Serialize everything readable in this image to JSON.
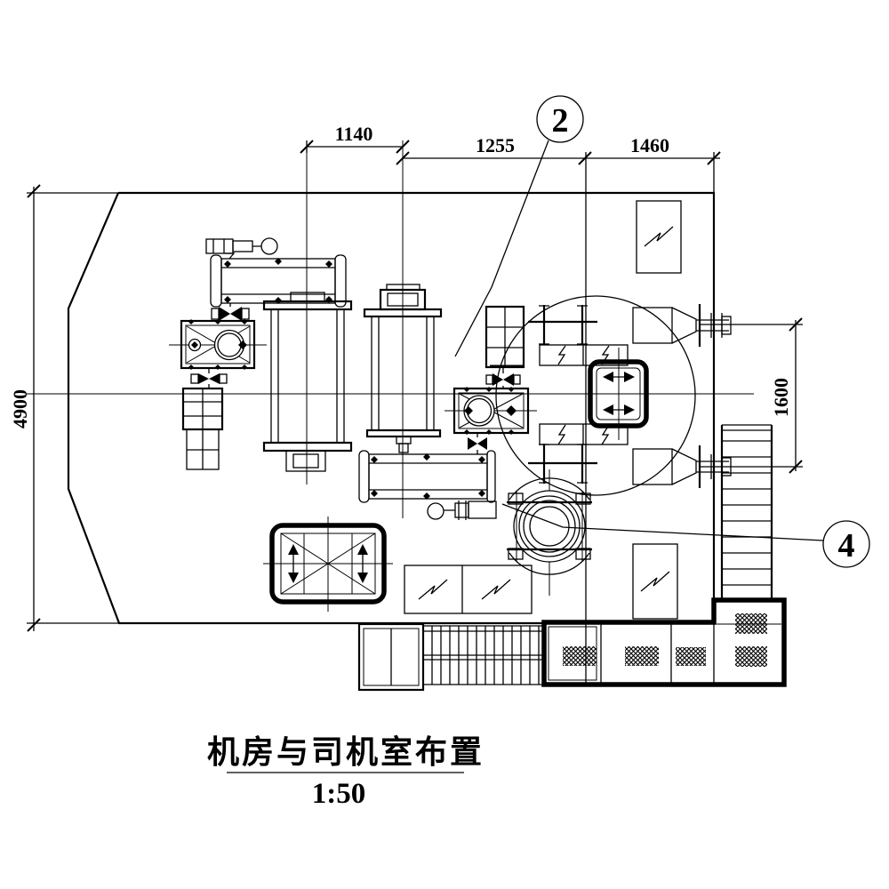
{
  "drawing": {
    "background": "#ffffff",
    "line_color": "#000000",
    "title": "机房与司机室布置",
    "scale": "1:50",
    "callouts": [
      {
        "id": "2"
      },
      {
        "id": "4"
      }
    ],
    "dimensions": {
      "top": [
        {
          "label": "1140"
        },
        {
          "label": "1255"
        },
        {
          "label": "1460"
        }
      ],
      "left": {
        "label": "4900"
      },
      "right": {
        "label": "1600"
      }
    }
  }
}
